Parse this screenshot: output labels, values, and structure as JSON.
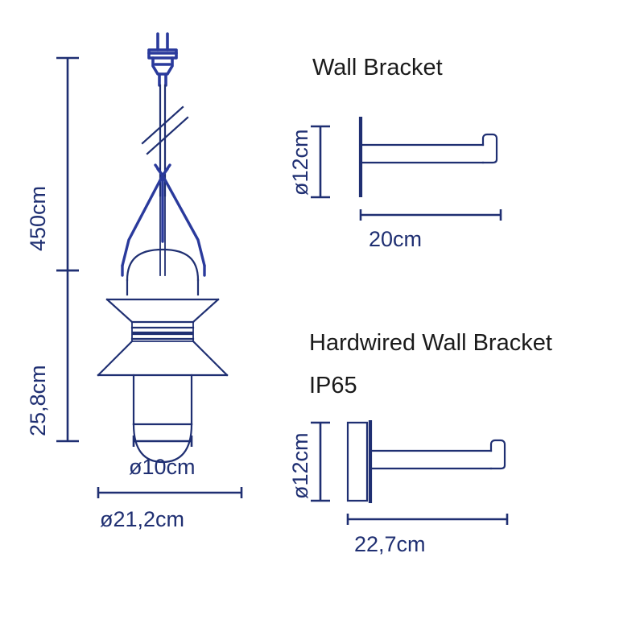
{
  "sheet": {
    "background_color": "#ffffff",
    "line_color": "#1f2f72",
    "wire_color": "#2a3a9c",
    "heading_color": "#1a1a1a"
  },
  "pendant": {
    "drop_dimension": "450cm",
    "height_dimension": "25,8cm",
    "diffuser_diameter": "ø10cm",
    "shade_diameter": "ø21,2cm"
  },
  "wall_bracket": {
    "title": "Wall Bracket",
    "height_dimension": "ø12cm",
    "depth_dimension": "20cm"
  },
  "hardwired_wall_bracket": {
    "title": "Hardwired Wall Bracket",
    "rating": "IP65",
    "height_dimension": "ø12cm",
    "depth_dimension": "22,7cm"
  }
}
